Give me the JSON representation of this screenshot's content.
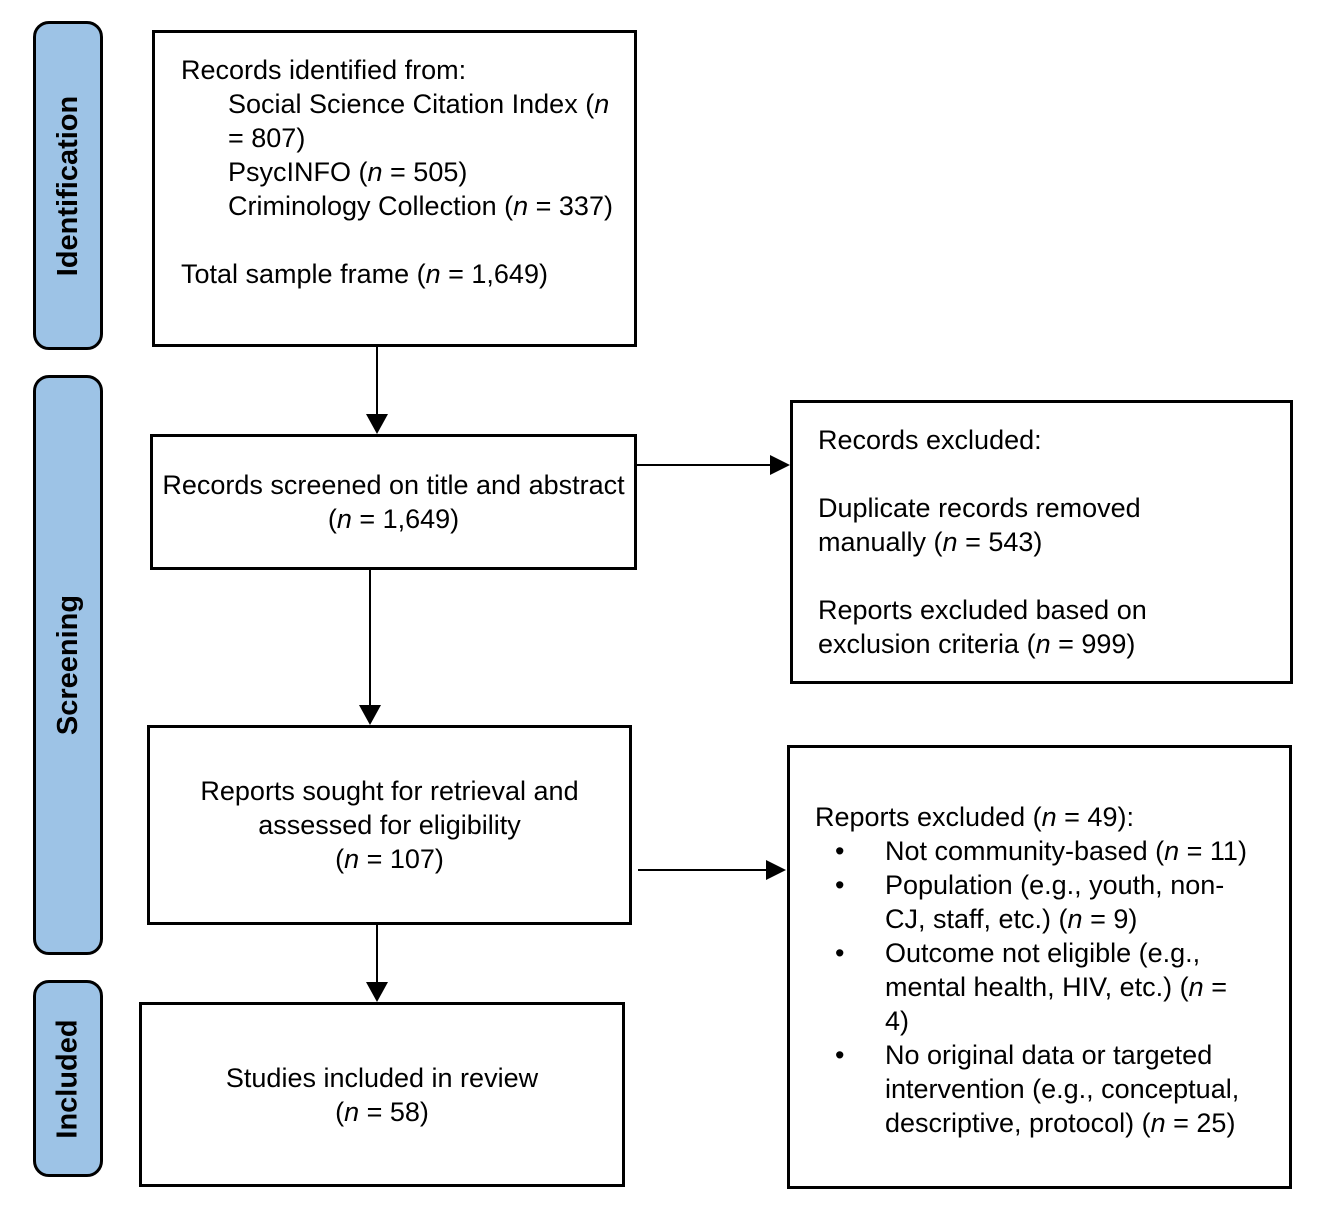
{
  "sidebar": {
    "identification": "Identification",
    "screening": "Screening",
    "included": "Included"
  },
  "boxes": {
    "identified": {
      "intro": "Records identified from:",
      "sources": [
        "Social Science Citation Index (n = 807)",
        "PsycINFO (n = 505)",
        "Criminology Collection (n = 337)"
      ],
      "total": "Total sample frame (n = 1,649)"
    },
    "screened": {
      "line1": "Records screened on title and abstract",
      "count": "(n = 1,649)"
    },
    "sought": {
      "line1": "Reports sought for retrieval and assessed for eligibility",
      "count": "(n = 107)"
    },
    "included": {
      "line1": "Studies included in review",
      "count": "(n = 58)"
    },
    "records_excluded": {
      "heading": "Records excluded:",
      "items": [
        "Duplicate records removed manually (n = 543)",
        "Reports excluded based on exclusion criteria (n = 999)"
      ]
    },
    "reports_excluded": {
      "heading": "Reports excluded (n = 49):",
      "bullets": [
        "Not community-based (n = 11)",
        "Population (e.g., youth, non-CJ, staff, etc.) (n = 9)",
        "Outcome not eligible (e.g., mental health, HIV, etc.) (n = 4)",
        "No original data or targeted intervention (e.g., conceptual, descriptive, protocol) (n = 25)"
      ]
    }
  },
  "colors": {
    "stage_fill": "#9DC3E6",
    "stage_border": "#000000",
    "box_border": "#000000",
    "arrow": "#000000"
  }
}
